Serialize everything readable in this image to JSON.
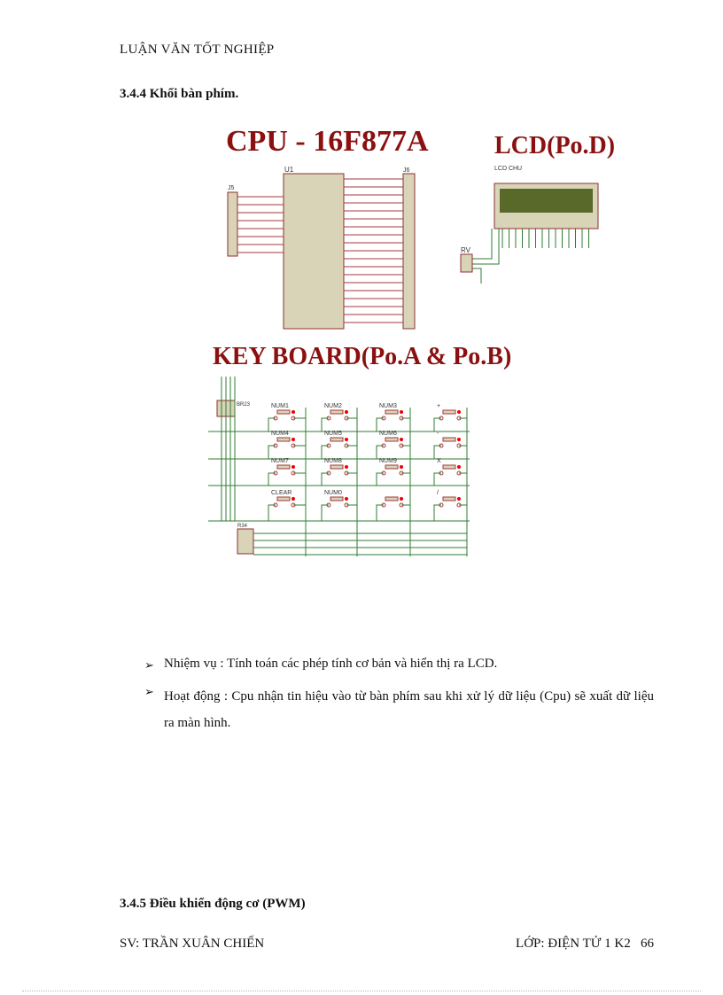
{
  "header": {
    "title": "LUẬN VĂN TỐT NGHIỆP"
  },
  "section_1": {
    "heading": "3.4.4 Khối bàn phím."
  },
  "schematic": {
    "cpu_title": "CPU - 16F877A",
    "lcd_title": "LCD(Po.D)",
    "keyboard_title": "KEY BOARD(Po.A & Po.B)",
    "cpu_ref": "U1",
    "lcd_ref": "LCD CHU",
    "rv_ref": "RV",
    "connector_left": "J5",
    "connector_right": "J6",
    "pack_top": "BR23",
    "pack_bottom": "R34",
    "keys": [
      [
        "NUM1",
        "NUM2",
        "NUM3",
        "+"
      ],
      [
        "NUM4",
        "NUM5",
        "NUM6",
        "-"
      ],
      [
        "NUM7",
        "NUM8",
        "NUM9",
        "X"
      ],
      [
        "CLEAR",
        "NUM0",
        "",
        "/"
      ]
    ],
    "colors": {
      "title": "#8b1010",
      "wire_green": "#2f7d32",
      "wire_red": "#a33a3a",
      "part_fill": "#d9d3b8",
      "lcd_screen": "#58692a"
    }
  },
  "bullets": [
    {
      "icon": "arrow-bullet-icon",
      "symbol": "➢",
      "text": "Nhiệm vụ : Tính toán các phép tính cơ bản và hiển thị ra LCD."
    },
    {
      "icon": "arrow-bullet-icon",
      "symbol": "➢",
      "text": "Hoạt động : Cpu nhận tin hiệu vào từ bàn phím sau khi xử lý dữ liệu (Cpu) sẽ xuất  dữ liệu ra màn hình."
    }
  ],
  "section_2": {
    "heading": "3.4.5 Điều khiển động cơ (PWM)"
  },
  "footer": {
    "student": "SV: TRẦN XUÂN CHIẾN",
    "class": "LỚP: ĐIỆN TỬ 1 K2",
    "page": "66"
  }
}
